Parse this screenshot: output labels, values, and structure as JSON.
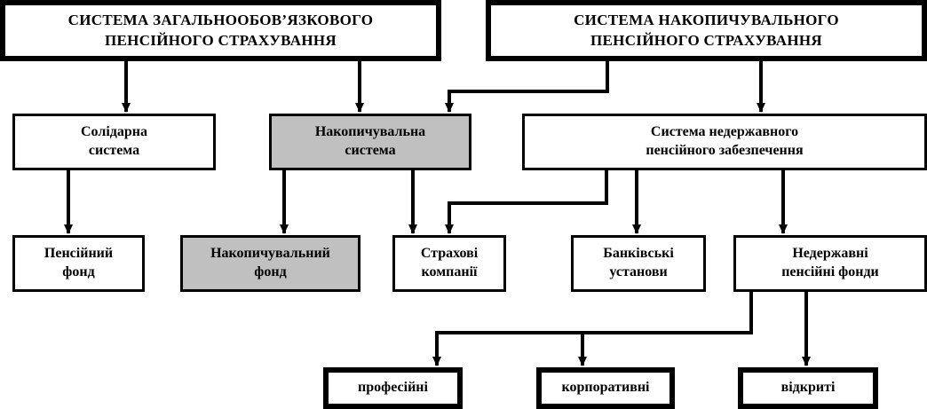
{
  "diagram": {
    "top": [
      {
        "id": "mandatory",
        "lines": [
          "СИСТЕМА ЗАГАЛЬНООБОВ’ЯЗКОВОГО",
          "ПЕНСІЙНОГО СТРАХУВАННЯ"
        ]
      },
      {
        "id": "accumulative",
        "lines": [
          "СИСТЕМА НАКОПИЧУВАЛЬНОГО",
          "ПЕНСІЙНОГО СТРАХУВАННЯ"
        ]
      }
    ],
    "middle": [
      {
        "id": "solidarity",
        "lines": [
          "Солідарна",
          "система"
        ],
        "shaded": false
      },
      {
        "id": "accum_system",
        "lines": [
          "Накопичувальна",
          "система"
        ],
        "shaded": true
      },
      {
        "id": "nonstate_system",
        "lines": [
          "Система недержавного",
          "пенсійного забезпечення"
        ],
        "shaded": false
      }
    ],
    "lower": [
      {
        "id": "pension_fund",
        "lines": [
          "Пенсійний",
          "фонд"
        ],
        "shaded": false
      },
      {
        "id": "accum_fund",
        "lines": [
          "Накопичувальний",
          "фонд"
        ],
        "shaded": true
      },
      {
        "id": "insurance",
        "lines": [
          "Страхові",
          "компанії"
        ],
        "shaded": false
      },
      {
        "id": "banks",
        "lines": [
          "Банківські",
          "установи"
        ],
        "shaded": false
      },
      {
        "id": "npf",
        "lines": [
          "Недержавні",
          "пенсійні фонди"
        ],
        "shaded": false
      }
    ],
    "bottom": [
      {
        "id": "professional",
        "label": "професійні"
      },
      {
        "id": "corporate",
        "label": "корпоративні"
      },
      {
        "id": "open",
        "label": "відкриті"
      }
    ],
    "edges": [
      [
        "mandatory",
        "solidarity"
      ],
      [
        "mandatory",
        "accum_system"
      ],
      [
        "accumulative",
        "accum_system"
      ],
      [
        "accumulative",
        "nonstate_system"
      ],
      [
        "solidarity",
        "pension_fund"
      ],
      [
        "accum_system",
        "accum_fund"
      ],
      [
        "accum_system",
        "insurance"
      ],
      [
        "nonstate_system",
        "insurance"
      ],
      [
        "nonstate_system",
        "banks"
      ],
      [
        "nonstate_system",
        "npf"
      ],
      [
        "npf",
        "professional"
      ],
      [
        "npf",
        "corporate"
      ],
      [
        "npf",
        "open"
      ]
    ],
    "colors": {
      "line": "#000000",
      "shaded_fill": "#c0c0c0",
      "fill": "#ffffff"
    }
  }
}
